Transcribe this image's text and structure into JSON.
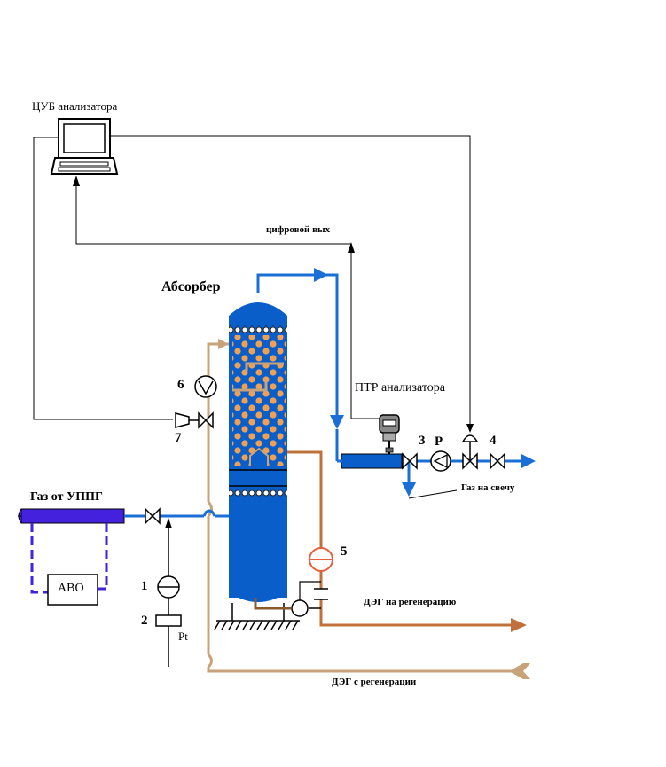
{
  "labels": {
    "cub": "ЦУБ анализатора",
    "digital_out": "цифровой вых",
    "absorber": "Абсорбер",
    "ptr": "ПТР анализатора",
    "gas_in": "Газ от УППГ",
    "avo": "АВО",
    "gas_flare": "Газ на свечу",
    "deg_to_regen": "ДЭГ на регенерацию",
    "deg_from_regen": "ДЭГ с регенерации",
    "pt": "Pt",
    "pump": "P"
  },
  "numbers": {
    "n1": "1",
    "n2": "2",
    "n3": "3",
    "n4": "4",
    "n5": "5",
    "n6": "6",
    "n7": "7"
  },
  "colors": {
    "gas_blue": "#1a6fd6",
    "column_blue": "#0a5ec9",
    "glycol_tan": "#c8a37a",
    "glycol_rich": "#c0703a",
    "packing_orange": "#f0a050",
    "inlet_purple": "#4422dd"
  }
}
